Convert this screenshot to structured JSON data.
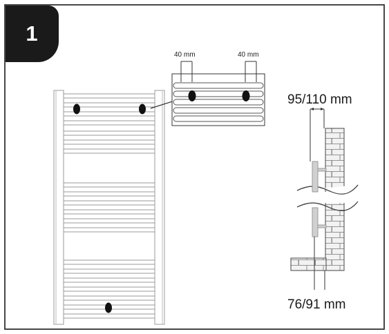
{
  "step": {
    "number": "1"
  },
  "dimensions": {
    "bracket_offset_left": "40 mm",
    "bracket_offset_right": "40 mm",
    "wall_clearance_top": "95/110 mm",
    "wall_clearance_bottom": "76/91 mm"
  },
  "colors": {
    "frame": "#333333",
    "badge": "#1a1a1a",
    "line": "#555555",
    "rail": "#999999",
    "wall_fill": "#f2f2f2",
    "hole": "#111111",
    "pipe": "#c8c8c8"
  }
}
